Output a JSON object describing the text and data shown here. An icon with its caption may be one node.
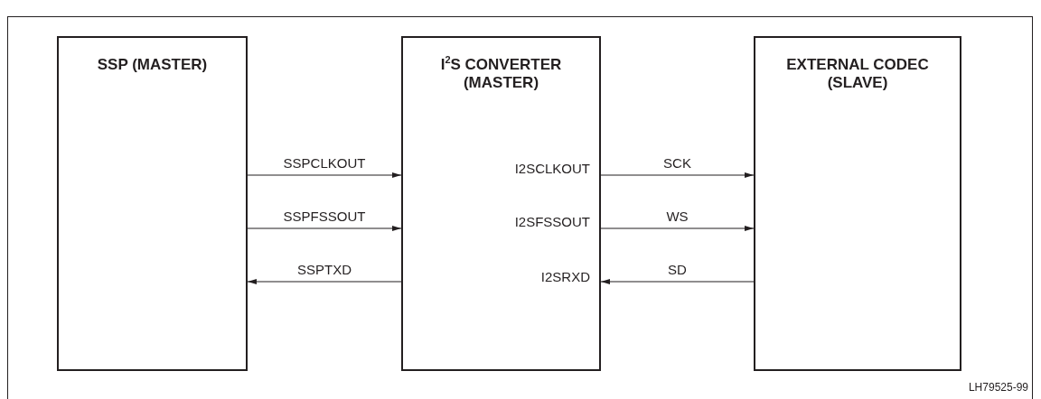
{
  "diagram": {
    "nodes": [
      {
        "text": [
          "SSP (MASTER)"
        ]
      },
      {
        "text": [
          "I$^{2}$S CONVERTER (MASTER)",
          "I2SCLKOUT",
          "I2SFSSOUT",
          "I2SRXD"
        ]
      },
      {
        "text": [
          "EXTERNAL CODEC (SLAVE)"
        ]
      }
    ],
    "edges": [
      {
        "from": 0,
        "to": 1,
        "arrow": "to",
        "label": "SSPCLKOUT"
      },
      {
        "from": 0,
        "to": 1,
        "arrow": "to",
        "label": "SSPFSSOUT"
      },
      {
        "from": 1,
        "to": 0,
        "arrow": "to",
        "label": "SSPTXD"
      },
      {
        "from": 1,
        "to": 2,
        "arrow": "to",
        "label": "SCK"
      },
      {
        "from": 1,
        "to": 2,
        "arrow": "to",
        "label": "WS"
      },
      {
        "from": 2,
        "to": 1,
        "arrow": "to",
        "label": "SD"
      }
    ],
    "labels": [
      "LH79525-99"
    ]
  }
}
